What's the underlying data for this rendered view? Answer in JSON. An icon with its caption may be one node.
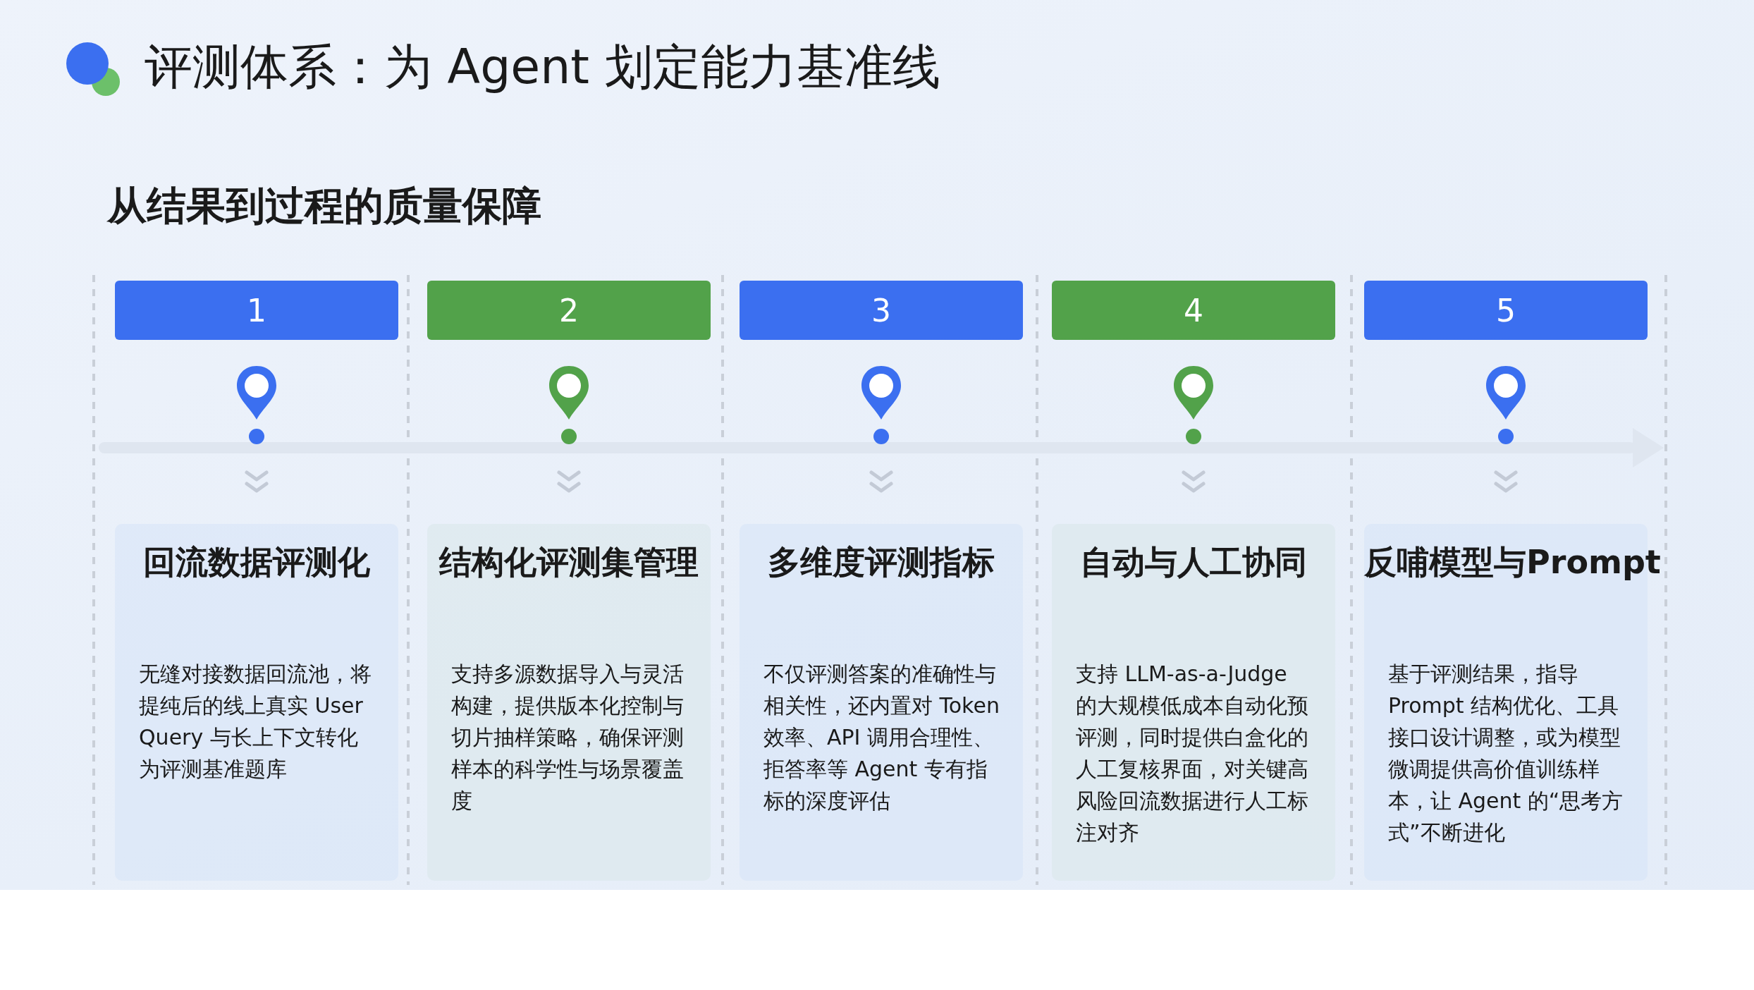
{
  "diagram": {
    "title": "评测体系：为 Agent 划定能力基准线",
    "nodes": [
      {
        "text": [
          "1"
        ]
      },
      {
        "text": [
          "2"
        ]
      },
      {
        "text": [
          "3"
        ]
      },
      {
        "text": [
          "4"
        ]
      },
      {
        "text": [
          "5"
        ]
      },
      {
        "text": [
          "回流数据评测化",
          "无缝对接数据回流池，将提纯后的线上真实 User Query 与长上下文转化为评测基准题库"
        ]
      },
      {
        "text": [
          "结构化评测集管理",
          "支持多源数据导入与灵活构建，提供版本化控制与切片抽样策略，确保评测样本的科学性与场景覆盖度"
        ]
      },
      {
        "text": [
          "多维度评测指标",
          "不仅评测答案的准确性与相关性，还内置对 Token 效率、API 调用合理性、拒答率等 Agent 专有指标的深度评估"
        ]
      },
      {
        "text": [
          "自动与人工协同",
          "支持 LLM-as-a-Judge 的大规模低成本自动化预评测，同时提供白盒化的人工复核界面，对关键高风险回流数据进行人工标注对齐"
        ]
      },
      {
        "text": [
          "反哺模型与Prompt",
          "基于评测结果，指导 Prompt 结构优化、工具接口设计调整，或为模型微调提供高价值训练样本，让 Agent 的“思考方式”不断进化"
        ]
      }
    ],
    "labels": [
      "从结果到过程的质量保障"
    ]
  }
}
